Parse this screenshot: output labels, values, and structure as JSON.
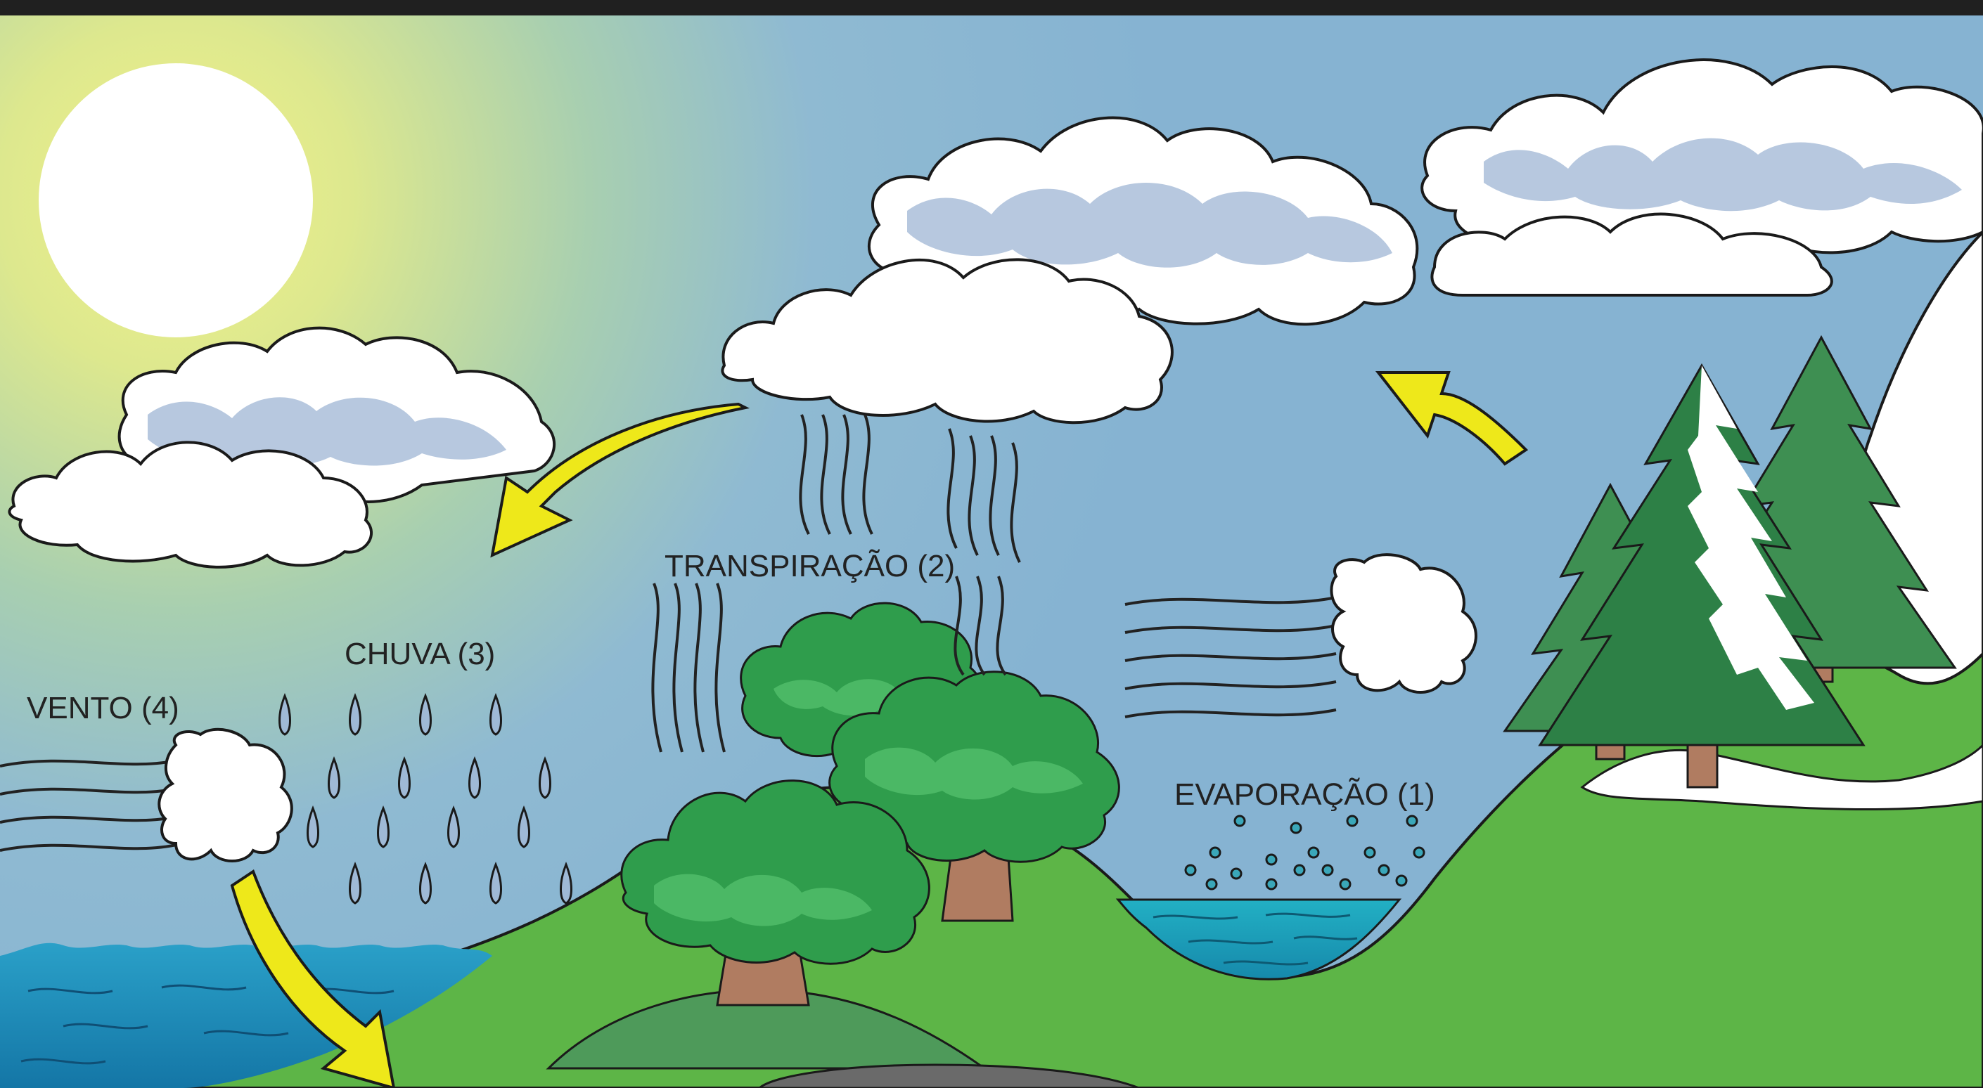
{
  "labels": {
    "evaporation": "EVAPORAÇÃO (1)",
    "transpiration": "TRANSPIRAÇÃO (2)",
    "rain": "CHUVA (3)",
    "wind": "VENTO (4)"
  },
  "colors": {
    "sun_glow": "#e8ee8a",
    "sky_blue": "#8db9d4",
    "cloud_fill": "#ffffff",
    "cloud_shade": "#b7c8df",
    "ground_green": "#5db547",
    "tree_green": "#2f9d4c",
    "conifer_green": "#3e8f52",
    "trunk_brown": "#b07c61",
    "water_blue": "#1c8fba",
    "lake_teal": "#1fa3bc",
    "arrow_yellow": "#eee81a",
    "outline": "#1a1a1a"
  }
}
